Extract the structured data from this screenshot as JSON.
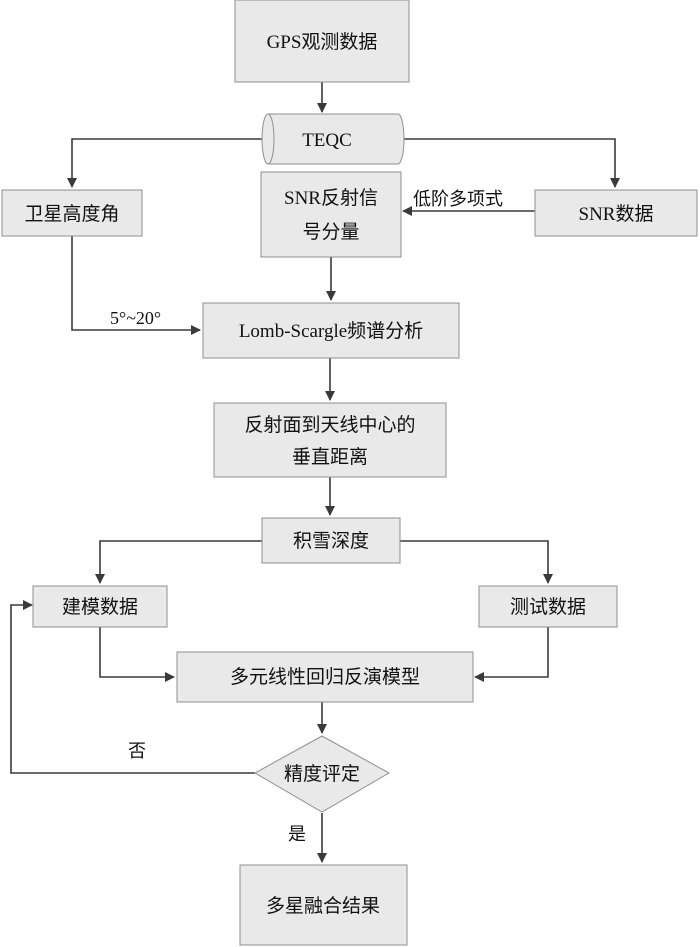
{
  "nodes": {
    "gps_data": "GPS观测数据",
    "teqc": "TEQC",
    "elevation": "卫星高度角",
    "snr_reflect_line1": "SNR反射信",
    "snr_reflect_line2": "号分量",
    "snr_data": "SNR数据",
    "lomb": "Lomb-Scargle频谱分析",
    "height_line1": "反射面到天线中心的",
    "height_line2": "垂直距离",
    "snow_depth": "积雪深度",
    "model_data": "建模数据",
    "test_data": "测试数据",
    "regression": "多元线性回归反演模型",
    "accuracy": "精度评定",
    "fusion": "多星融合结果"
  },
  "edge_labels": {
    "poly": "低阶多项式",
    "angle_range": "5°~20°",
    "no": "否",
    "yes": "是"
  }
}
